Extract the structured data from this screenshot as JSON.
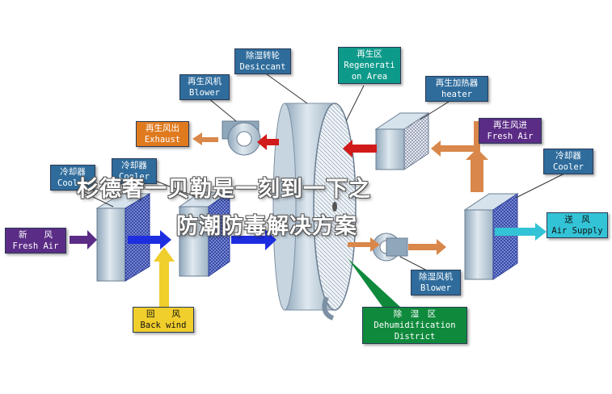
{
  "labels": {
    "desiccant_wheel": {
      "zh": "除湿转轮",
      "en": "Desiccant"
    },
    "regeneration_area": {
      "zh": "再生区",
      "en1": "Regenerati",
      "en2": "on Area"
    },
    "regen_blower": {
      "zh": "再生风机",
      "en": "Blower"
    },
    "regen_heater": {
      "zh": "再生加热器",
      "en": "heater"
    },
    "regen_exhaust": {
      "zh": "再生风出",
      "en": "Exhaust"
    },
    "regen_fresh_air": {
      "zh": "再生风进",
      "en": "Fresh Air"
    },
    "cooler_left_1": {
      "zh": "冷却器",
      "en": "Cooler"
    },
    "cooler_left_2": {
      "zh": "冷却器",
      "en": "Cooler"
    },
    "cooler_right": {
      "zh": "冷却器",
      "en": "Cooler"
    },
    "fresh_air": {
      "zh": "新　　风",
      "en": "Fresh Air"
    },
    "air_supply": {
      "zh": "送　风",
      "en": "Air Supply"
    },
    "back_wind": {
      "zh": "回　　风",
      "en": "Back wind"
    },
    "dehum_blower": {
      "zh": "除湿风机",
      "en": "Blower"
    },
    "dehum_district": {
      "zh": "除　湿　区",
      "en1": "Dehumidification",
      "en2": "District"
    }
  },
  "overlay": {
    "line1": "杉德奢一贝勒是一刻到一下之",
    "line2": "防潮防毒解决方案"
  },
  "colors": {
    "label_blue": "#2f6c9c",
    "exhaust_orange": "#e07a1f",
    "regen_purple": "#5b2c86",
    "supply_cyan": "#33c3d6",
    "back_yellow": "#f0ce2c",
    "district_green": "#0f8a3c",
    "arrow_red": "#d11a1a",
    "arrow_blue": "#1d2ee0",
    "arrow_tan": "#d9874a"
  }
}
